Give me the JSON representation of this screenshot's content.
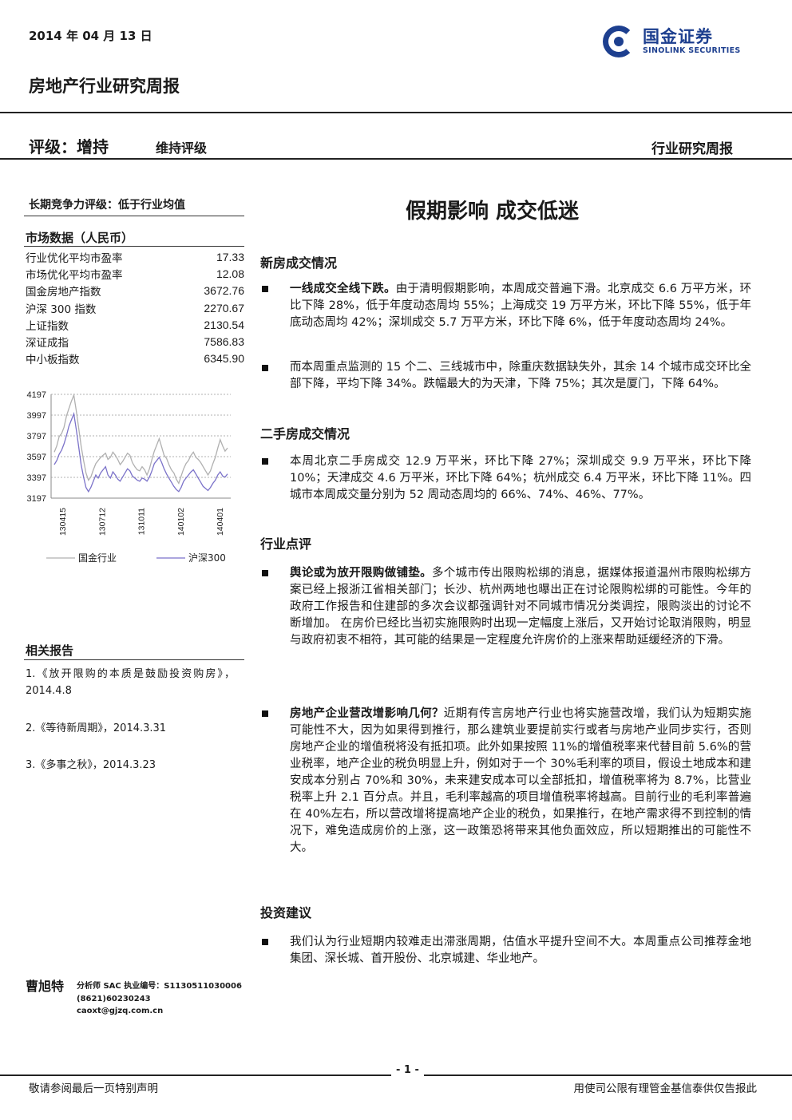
{
  "header": {
    "date": "2014 年 04 月 13 日",
    "logo_cn": "国金证券",
    "logo_en": "SINOLINK SECURITIES",
    "report_title": "房地产行业研究周报",
    "rating": "评级：增持",
    "rating_maintain": "维持评级",
    "report_type": "行业研究周报"
  },
  "sidebar": {
    "long_term_rating": "长期竞争力评级：低于行业均值",
    "market_title": "市场数据（人民币）",
    "market_rows": [
      {
        "label": "行业优化平均市盈率",
        "value": "17.33"
      },
      {
        "label": "市场优化平均市盈率",
        "value": "12.08"
      },
      {
        "label": "国金房地产指数",
        "value": "3672.76"
      },
      {
        "label": "沪深 300 指数",
        "value": "2270.67"
      },
      {
        "label": "上证指数",
        "value": "2130.54"
      },
      {
        "label": "深证成指",
        "value": "7586.83"
      },
      {
        "label": "中小板指数",
        "value": "6345.90"
      }
    ],
    "related_title": "相关报告",
    "related": [
      "1.《放开限购的本质是鼓励投资购房》，2014.4.8",
      "2.《等待新周期》，2014.3.31",
      "3.《多事之秋》，2014.3.23"
    ],
    "analyst_name": "曹旭特",
    "analyst_id": "分析师 SAC 执业编号：S1130511030006",
    "analyst_phone": "(8621)60230243",
    "analyst_email": "caoxt@gjzq.com.cn"
  },
  "chart_data": {
    "type": "line",
    "ylim": [
      3197,
      4197
    ],
    "yticks": [
      4197,
      3997,
      3797,
      3597,
      3397,
      3197
    ],
    "xticks": [
      "130415",
      "130712",
      "131011",
      "140102",
      "140401"
    ],
    "series": [
      {
        "name": "国金行业",
        "color": "#b0b0b0",
        "values": [
          3640,
          3700,
          3790,
          3820,
          3880,
          3990,
          4060,
          4130,
          4190,
          4040,
          3870,
          3700,
          3560,
          3440,
          3370,
          3400,
          3470,
          3530,
          3560,
          3590,
          3610,
          3630,
          3570,
          3590,
          3640,
          3610,
          3570,
          3520,
          3550,
          3590,
          3630,
          3610,
          3540,
          3500,
          3470,
          3460,
          3500,
          3470,
          3420,
          3480,
          3570,
          3650,
          3710,
          3770,
          3690,
          3610,
          3580,
          3520,
          3470,
          3440,
          3380,
          3340,
          3410,
          3480,
          3530,
          3560,
          3610,
          3640,
          3590,
          3570,
          3540,
          3500,
          3460,
          3420,
          3460,
          3530,
          3590,
          3680,
          3760,
          3700,
          3650,
          3680
        ]
      },
      {
        "name": "沪深300",
        "color": "#7b72c9",
        "values": [
          3520,
          3560,
          3620,
          3660,
          3720,
          3800,
          3890,
          3950,
          4010,
          3860,
          3690,
          3520,
          3400,
          3300,
          3260,
          3300,
          3360,
          3420,
          3390,
          3440,
          3470,
          3500,
          3420,
          3390,
          3450,
          3420,
          3380,
          3360,
          3400,
          3440,
          3480,
          3460,
          3410,
          3390,
          3370,
          3360,
          3390,
          3380,
          3360,
          3400,
          3460,
          3530,
          3560,
          3590,
          3540,
          3480,
          3430,
          3390,
          3350,
          3310,
          3280,
          3260,
          3300,
          3360,
          3390,
          3420,
          3450,
          3470,
          3430,
          3390,
          3350,
          3310,
          3290,
          3270,
          3300,
          3340,
          3370,
          3420,
          3450,
          3410,
          3400,
          3430
        ]
      }
    ]
  },
  "main": {
    "title": "假期影响 成交低迷",
    "sections": [
      {
        "heading": "新房成交情况",
        "bullets": [
          {
            "lead": "一线成交全线下跌。",
            "text": "由于清明假期影响，本周成交普遍下滑。北京成交 6.6 万平方米，环比下降 28%，低于年度动态周均 55%；上海成交 19 万平方米，环比下降 55%，低于年底动态周均 42%；深圳成交 5.7 万平方米，环比下降 6%，低于年度动态周均 24%。"
          },
          {
            "lead": "",
            "text": "而本周重点监测的 15 个二、三线城市中，除重庆数据缺失外，其余 14 个城市成交环比全部下降，平均下降 34%。跌幅最大的为天津，下降 75%；其次是厦门，下降 64%。"
          }
        ]
      },
      {
        "heading": "二手房成交情况",
        "bullets": [
          {
            "lead": "",
            "text": "本周北京二手房成交 12.9 万平米，环比下降 27%；深圳成交 9.9 万平米，环比下降 10%；天津成交 4.6 万平米，环比下降 64%；杭州成交 6.4 万平米，环比下降 11%。四城市本周成交量分别为 52 周动态周均的 66%、74%、46%、77%。"
          }
        ]
      },
      {
        "heading": "行业点评",
        "bullets": [
          {
            "lead": "舆论或为放开限购做铺垫。",
            "text": "多个城市传出限购松绑的消息，据媒体报道温州市限购松绑方案已经上报浙江省相关部门；长沙、杭州两地也曝出正在讨论限购松绑的可能性。今年的政府工作报告和住建部的多次会议都强调针对不同城市情况分类调控，限购淡出的讨论不断增加。 在房价已经比当初实施限购时出现一定幅度上涨后，又开始讨论取消限购，明显与政府初衷不相符，其可能的结果是一定程度允许房价的上涨来帮助延缓经济的下滑。"
          },
          {
            "lead": "房地产企业营改增影响几何？",
            "text": "近期有传言房地产行业也将实施营改增，我们认为短期实施可能性不大，因为如果得到推行，那么建筑业要提前实行或者与房地产业同步实行，否则房地产企业的增值税将没有抵扣项。此外如果按照 11%的增值税率来代替目前 5.6%的营业税率，地产企业的税负明显上升，例如对于一个 30%毛利率的项目，假设土地成本和建安成本分别占 70%和 30%，未来建安成本可以全部抵扣，增值税率将为 8.7%，比营业税率上升 2.1 百分点。并且，毛利率越高的项目增值税率将越高。目前行业的毛利率普遍在 40%左右，所以营改增将提高地产企业的税负，如果推行，在地产需求得不到控制的情况下，难免造成房价的上涨，这一政策恐将带来其他负面效应，所以短期推出的可能性不大。"
          }
        ]
      },
      {
        "heading": "投资建议",
        "bullets": [
          {
            "lead": "",
            "text": "我们认为行业短期内较难走出滞涨周期，估值水平提升空间不大。本周重点公司推荐金地集团、深长城、首开股份、北京城建、华业地产。"
          }
        ]
      }
    ]
  },
  "footer": {
    "page": "- 1 -",
    "left": "敬请参阅最后一页特别声明",
    "right": "用使司公限有理管金基信泰供仅告报此"
  }
}
